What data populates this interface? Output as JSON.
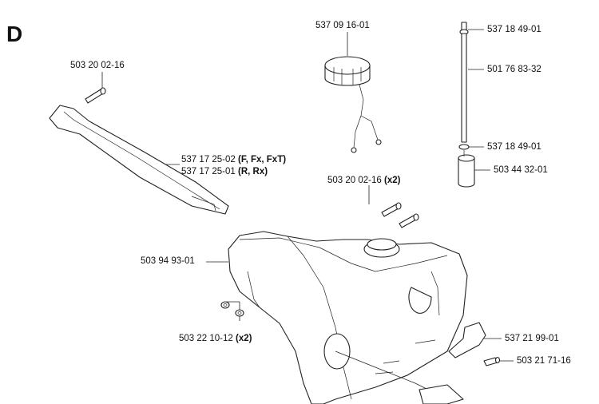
{
  "section_letter": "D",
  "parts": [
    {
      "number": "537 09 16-01",
      "qualifier": ""
    },
    {
      "number": "503 20 02-16",
      "qualifier": ""
    },
    {
      "number": "537 17 25-02",
      "qualifier": "(F, Fx, FxT)"
    },
    {
      "number": "537 17 25-01",
      "qualifier": "(R, Rx)"
    },
    {
      "number": "503 20 02-16",
      "qualifier": "(x2)"
    },
    {
      "number": "503 94 93-01",
      "qualifier": ""
    },
    {
      "number": "503 22 10-12",
      "qualifier": "(x2)"
    },
    {
      "number": "537 18 49-01",
      "qualifier": ""
    },
    {
      "number": "501 76 83-32",
      "qualifier": ""
    },
    {
      "number": "537 18 49-01",
      "qualifier": ""
    },
    {
      "number": "503 44 32-01",
      "qualifier": ""
    },
    {
      "number": "537 21 99-01",
      "qualifier": ""
    },
    {
      "number": "503 21 71-16",
      "qualifier": ""
    }
  ]
}
